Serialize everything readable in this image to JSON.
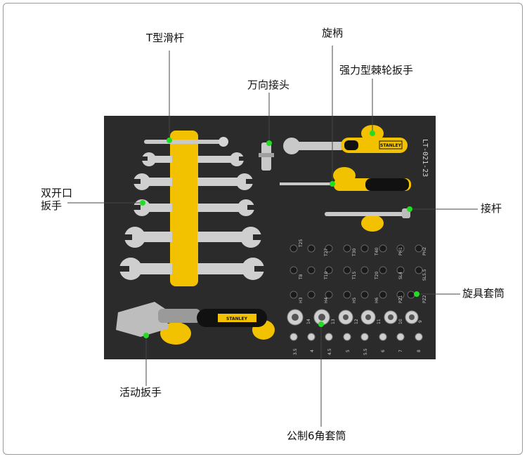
{
  "labels": {
    "t_handle": "T型滑杆",
    "handle": "旋柄",
    "universal_joint": "万向接头",
    "ratchet": "强力型棘轮扳手",
    "open_end_wrench": "双开口\n扳手",
    "extension": "接杆",
    "screwdriver_bits": "旋具套筒",
    "adjustable_wrench": "活动扳手",
    "hex_sockets": "公制6角套筒"
  },
  "tray_code": "LT-021-23",
  "bits_row1": [
    "T25",
    "T27",
    "T30",
    "T40",
    "PH1",
    "PH2"
  ],
  "bits_row2": [
    "T8",
    "T10",
    "T15",
    "T20",
    "SL4",
    "SL5.5"
  ],
  "bits_row3": [
    "H3",
    "H4",
    "H5",
    "H6",
    "PZ1",
    "PZ2"
  ],
  "socket_sizes_large": [
    "14",
    "13",
    "12",
    "11",
    "10",
    "9"
  ],
  "socket_sizes_small": [
    "3.5",
    "4",
    "4.5",
    "5",
    "5.5",
    "6",
    "7",
    "8"
  ],
  "brand": "STANLEY",
  "colors": {
    "tray": "#2b2b2b",
    "accent_yellow": "#f2c200",
    "marker_green": "#22dd22",
    "chrome": "#c9c9c9"
  }
}
